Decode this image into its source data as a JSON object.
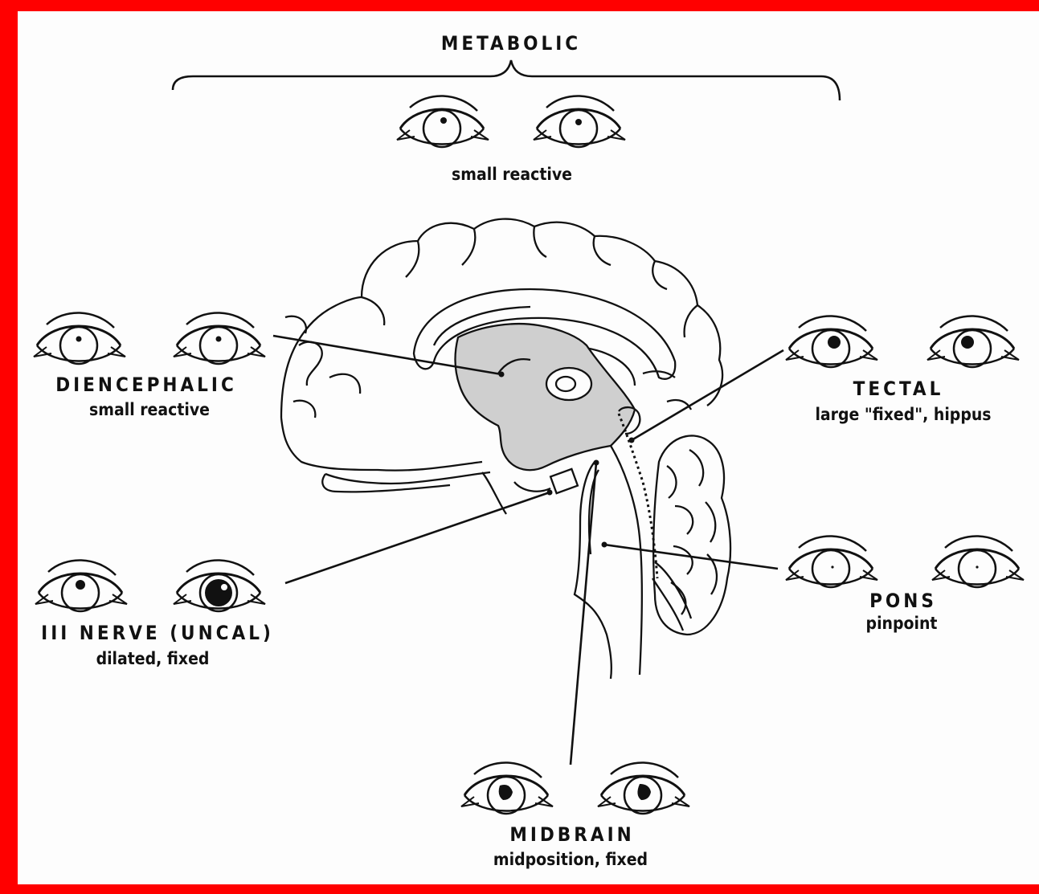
{
  "diagram": {
    "group_label": "METABOLIC",
    "group_caption": "small reactive",
    "levels": [
      {
        "id": "diencephalic",
        "name": "DIENCEPHALIC",
        "description": "small reactive"
      },
      {
        "id": "tectal",
        "name": "TECTAL",
        "description": "large \"fixed\", hippus"
      },
      {
        "id": "uncal",
        "name": "III NERVE (UNCAL)",
        "description": "dilated, fixed"
      },
      {
        "id": "pons",
        "name": "PONS",
        "description": "pinpoint"
      },
      {
        "id": "midbrain",
        "name": "MIDBRAIN",
        "description": "midposition, fixed"
      }
    ]
  },
  "colors": {
    "frame": "#ff0000",
    "ink": "#111111",
    "background": "#fdfdfd"
  }
}
